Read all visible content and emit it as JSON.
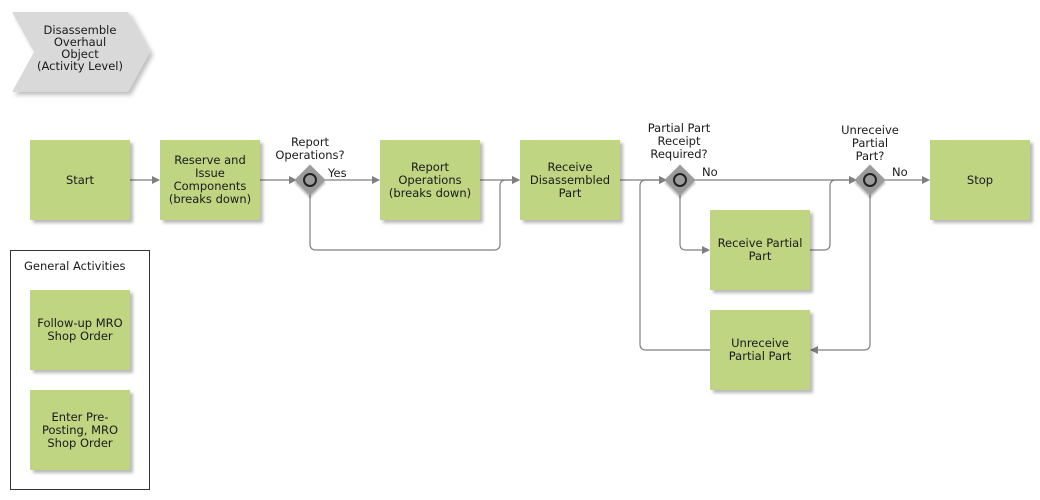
{
  "header": {
    "label": "Disassemble\nOverhaul\nObject\n(Activity Level)"
  },
  "nodes": {
    "start": "Start",
    "reserve": "Reserve and\nIssue\nComponents\n(breaks down)",
    "report_ops": "Report\nOperations\n(breaks down)",
    "receive_disassembled": "Receive\nDisassembled\nPart",
    "receive_partial": "Receive Partial\nPart",
    "unreceive_partial": "Unreceive\nPartial Part",
    "stop": "Stop"
  },
  "gateways": {
    "report_question": "Report\nOperations?",
    "partial_receipt_question": "Partial Part\nReceipt\nRequired?",
    "unreceive_question": "Unreceive\nPartial\nPart?"
  },
  "edge_labels": {
    "yes": "Yes",
    "no1": "No",
    "no2": "No"
  },
  "legend": {
    "title": "General Activities",
    "items": [
      "Follow-up MRO\nShop Order",
      "Enter Pre-\nPosting, MRO\nShop Order"
    ]
  },
  "colors": {
    "activity_fill": "#bfd581",
    "gateway_fill": "#9b9b9b",
    "header_fill": "#d9d9d9",
    "line": "#7f7f7f"
  }
}
